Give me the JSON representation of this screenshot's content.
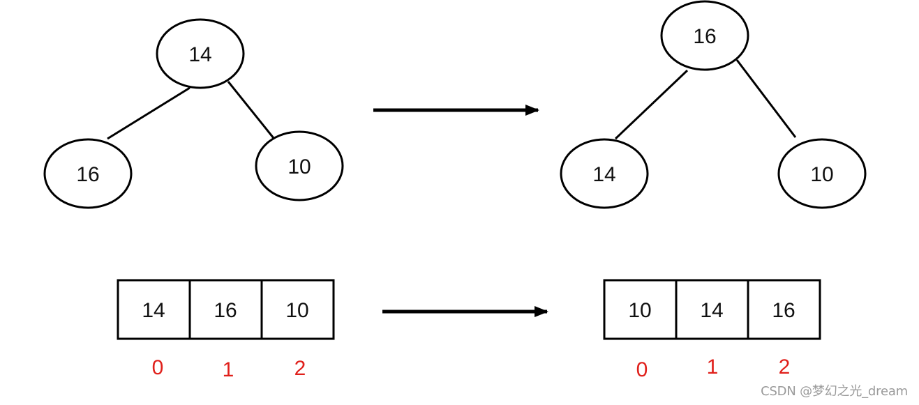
{
  "colors": {
    "stroke": "#000000",
    "text": "#111111",
    "index": "#e0201b",
    "watermark": "#9a9a9a"
  },
  "before": {
    "tree": {
      "root": "14",
      "left": "16",
      "right": "10"
    },
    "array": {
      "cells": [
        "14",
        "16",
        "10"
      ],
      "indices": [
        "0",
        "1",
        "2"
      ]
    }
  },
  "after": {
    "tree": {
      "root": "16",
      "left": "14",
      "right": "10"
    },
    "array": {
      "cells": [
        "10",
        "14",
        "16"
      ],
      "indices": [
        "0",
        "1",
        "2"
      ]
    }
  },
  "watermark": "CSDN @梦幻之光_dream"
}
